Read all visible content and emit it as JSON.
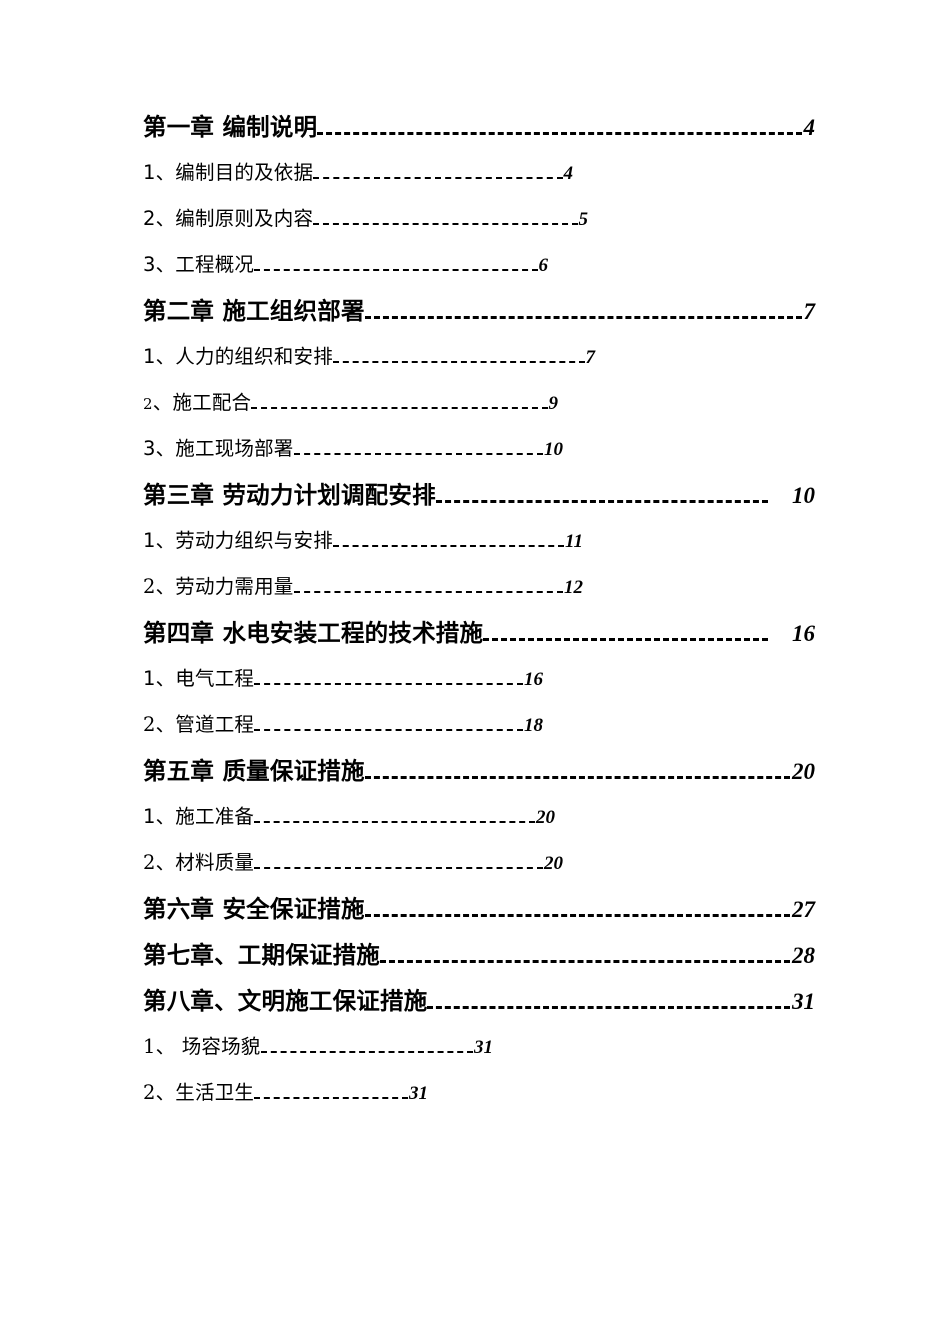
{
  "document": {
    "type": "table-of-contents",
    "language": "zh-CN",
    "page_background": "#ffffff",
    "text_color": "#000000"
  },
  "toc": {
    "entries": [
      {
        "level": "chapter",
        "label": "第一章  编制说明",
        "page": "4",
        "leader_width": "w-full",
        "font": "sans",
        "gap": false
      },
      {
        "level": "sub",
        "label": "1、编制目的及依据",
        "page": "4",
        "leader_width": "w-430",
        "font": "sans",
        "gap": false
      },
      {
        "level": "sub",
        "label": "2、编制原则及内容",
        "page": "5",
        "leader_width": "w-445",
        "font": "sans",
        "gap": false
      },
      {
        "level": "sub",
        "label": "3、工程概况",
        "page": "6",
        "leader_width": "w-405",
        "font": "sans",
        "gap": false
      },
      {
        "level": "chapter",
        "label": "第二章  施工组织部署",
        "page": "7",
        "leader_width": "w-full",
        "font": "sans",
        "gap": false
      },
      {
        "level": "sub",
        "label": "1、人力的组织和安排",
        "page": "7",
        "leader_width": "w-452",
        "font": "sans",
        "gap": false
      },
      {
        "level": "sub",
        "label": "2、施工配合",
        "page": "9",
        "leader_width": "w-415",
        "font": "serif",
        "gap": false,
        "small_num": true
      },
      {
        "level": "sub",
        "label": "3、施工现场部署",
        "page": "10",
        "leader_width": "w-420",
        "font": "sans",
        "gap": true
      },
      {
        "level": "chapter",
        "label": "第三章  劳动力计划调配安排",
        "page": "10",
        "leader_width": "w-full",
        "font": "sans",
        "gap": true
      },
      {
        "level": "sub",
        "label": "1、劳动力组织与安排",
        "page": "11",
        "leader_width": "w-440",
        "font": "sans",
        "gap": true
      },
      {
        "level": "sub",
        "label": "2、劳动力需用量",
        "page": "12",
        "leader_width": "w-440",
        "font": "serif",
        "gap": true
      },
      {
        "level": "chapter",
        "label": "第四章  水电安装工程的技术措施",
        "page": "16",
        "leader_width": "w-full",
        "font": "sans",
        "gap": true
      },
      {
        "level": "sub",
        "label": "1、电气工程",
        "page": "16",
        "leader_width": "w-400",
        "font": "sans",
        "gap": false
      },
      {
        "level": "sub",
        "label": "2、管道工程",
        "page": "18",
        "leader_width": "w-400",
        "font": "serif",
        "gap": false
      },
      {
        "level": "chapter",
        "label": "第五章  质量保证措施",
        "page": "20",
        "leader_width": "w-full",
        "font": "sans",
        "gap": false
      },
      {
        "level": "sub",
        "label": "1、施工准备",
        "page": "20",
        "leader_width": "w-412",
        "font": "sans",
        "gap": false
      },
      {
        "level": "sub",
        "label": "2、材料质量",
        "page": "20",
        "leader_width": "w-420",
        "font": "serif",
        "gap": false
      },
      {
        "level": "chapter",
        "label": "第六章  安全保证措施",
        "page": "27",
        "leader_width": "w-full",
        "font": "serif",
        "gap": false
      },
      {
        "level": "chapter",
        "label": "第七章、工期保证措施",
        "page": "28",
        "leader_width": "w-full",
        "font": "serif",
        "gap": false
      },
      {
        "level": "chapter",
        "label": "第八章、文明施工保证措施",
        "page": "31",
        "leader_width": "w-full",
        "font": "serif",
        "gap": false
      },
      {
        "level": "sub",
        "label": "1、 场容场貌",
        "page": "31",
        "leader_width": "w-350",
        "font": "serif",
        "gap": false
      },
      {
        "level": "sub",
        "label": "2、生活卫生",
        "page": "31",
        "leader_width": "w-285",
        "font": "serif",
        "gap": false
      }
    ]
  }
}
